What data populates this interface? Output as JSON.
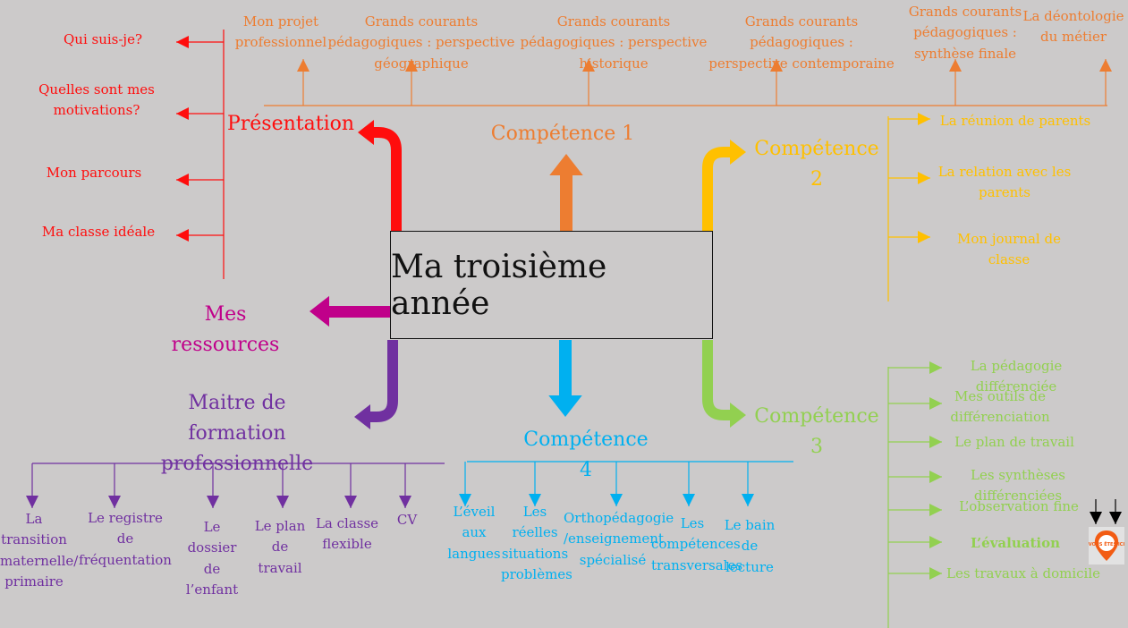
{
  "center": {
    "title": "Ma troisième année"
  },
  "colors": {
    "red": "#ff0d0d",
    "orange": "#ed7d31",
    "yellow": "#ffc000",
    "green": "#92d050",
    "blue": "#00b0f0",
    "purple": "#7030a0",
    "magenta": "#c0008a"
  },
  "presentation": {
    "label": "Présentation",
    "items": [
      "Qui suis-je?",
      "Quelles sont mes motivations?",
      "Mon parcours",
      "Ma classe idéale"
    ]
  },
  "competence1": {
    "label": "Compétence 1",
    "items": [
      "Mon projet professionnel",
      "Grands courants pédagogiques : perspective géographique",
      "Grands courants pédagogiques : perspective historique",
      "Grands courants pédagogiques : perspective contemporaine",
      "Grands courants pédagogiques : synthèse finale",
      "La déontologie du métier"
    ]
  },
  "competence2": {
    "label": "Compétence 2",
    "items": [
      "La réunion de parents",
      "La relation avec les parents",
      "Mon journal de classe"
    ]
  },
  "competence3": {
    "label": "Compétence 3",
    "items": [
      "La pédagogie différenciée",
      "Mes outils de différenciation",
      "Le plan de travail",
      "Les synthèses différenciées",
      "L’observation fine",
      "L’évaluation",
      "Les travaux à domicile"
    ],
    "current_marker": "VOUS ÊTES ICI"
  },
  "competence4": {
    "label": "Compétence 4",
    "items": [
      "L’éveil aux langues",
      "Les réelles situations problèmes",
      "Orthopédagogie /enseignement spécialisé",
      "Les compétences transversales",
      "Le bain de lecture"
    ]
  },
  "ressources": {
    "label": "Mes ressources"
  },
  "maitre": {
    "label": "Maitre de formation professionnelle",
    "items": [
      "La transition maternelle/ primaire",
      "Le registre de fréquentation",
      "Le dossier de l’enfant",
      "Le plan de travail",
      "La classe flexible",
      "CV"
    ]
  }
}
